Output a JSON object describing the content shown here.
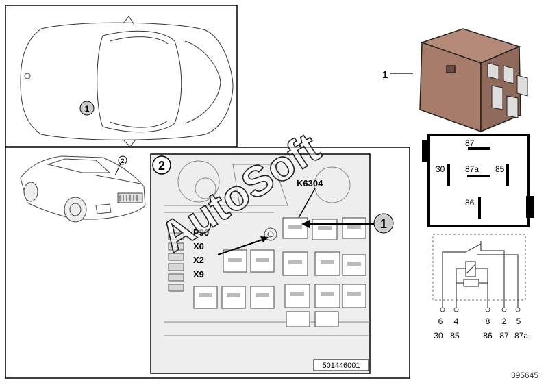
{
  "callouts": {
    "relay": "1",
    "car_zoom": "1",
    "location": "2",
    "box_detail": "2",
    "box_relay": "1"
  },
  "fusebox": {
    "relay_code": "K6304",
    "connector_labels": [
      "P90",
      "X0",
      "X2",
      "X9"
    ],
    "part_number": "501446001"
  },
  "relay": {
    "body_color": "#b58a78"
  },
  "pinout": {
    "pins": [
      {
        "name": "87"
      },
      {
        "name": "30"
      },
      {
        "name": "87a"
      },
      {
        "name": "85"
      },
      {
        "name": "86"
      }
    ]
  },
  "schematic": {
    "pin_numbers": [
      "6",
      "4",
      "8",
      "2",
      "5"
    ],
    "terminals": [
      "30",
      "85",
      "86",
      "87",
      "87a"
    ]
  },
  "watermark": "AutoSoft",
  "image_id": "395645"
}
